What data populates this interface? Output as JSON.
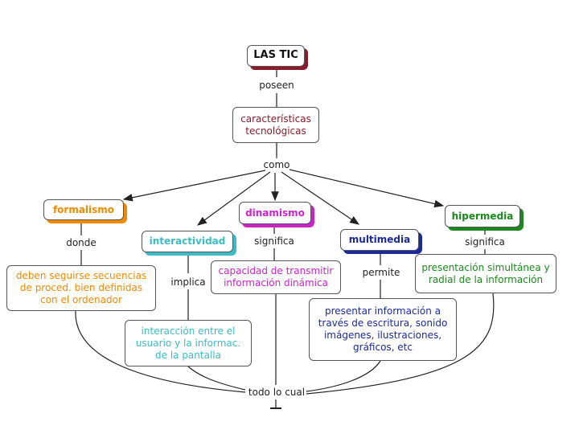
{
  "root": {
    "text": "LAS TIC",
    "shadow": "#8b1a2b"
  },
  "characteristics": {
    "text": "características tecnológicas",
    "color": "#8b1a2b"
  },
  "links": {
    "poseen": "poseen",
    "como": "como",
    "donde": "donde",
    "implica": "implica",
    "significa_dinamismo": "significa",
    "permite": "permite",
    "significa_hipermedia": "significa",
    "todo_lo_cual": "todo lo cual"
  },
  "categories": {
    "formalismo": {
      "text": "formalismo",
      "color": "#f08a00"
    },
    "interactividad": {
      "text": "interactividad",
      "color": "#3bbcc6"
    },
    "dinamismo": {
      "text": "dinamismo",
      "color": "#cc22cc"
    },
    "multimedia": {
      "text": "multimedia",
      "color": "#1a2a9c"
    },
    "hipermedia": {
      "text": "hipermedia",
      "color": "#1a8a1a"
    }
  },
  "descriptions": {
    "formalismo": {
      "text": "deben seguirse secuencias de proced. bien definidas con el ordenador",
      "color": "#f08a00"
    },
    "interactividad": {
      "text": "interacción entre el usuario y la informac. de la pantalla",
      "color": "#3bbcc6"
    },
    "dinamismo": {
      "text": "capacidad de transmitir información dinámica",
      "color": "#cc22cc"
    },
    "multimedia": {
      "text": "presentar información a través de escritura, sonido imágenes, ilustraciones, gráficos, etc",
      "color": "#1a2a9c"
    },
    "hipermedia": {
      "text": "presentación simultánea y radial de la información",
      "color": "#1a8a1a"
    }
  }
}
